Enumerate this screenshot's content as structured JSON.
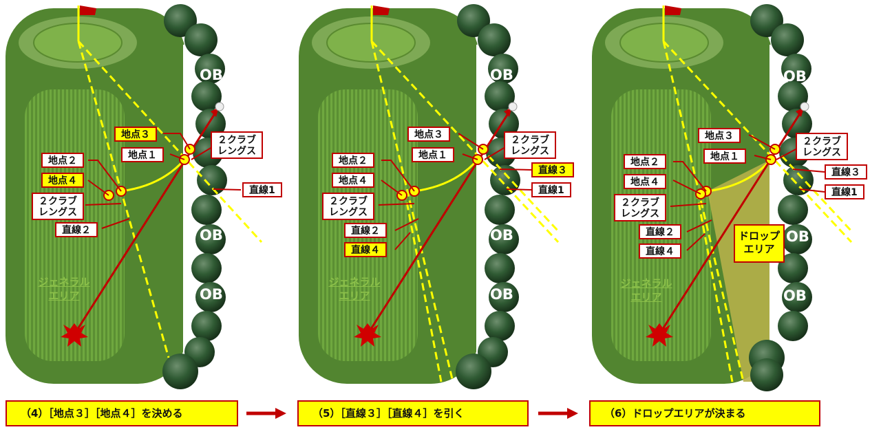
{
  "panels": [
    {
      "labels": {
        "point3": "地点３",
        "point1": "地点１",
        "point2": "地点２",
        "point4": "地点４",
        "club_upper_1": "２クラブ",
        "club_upper_2": "レングス",
        "club_lower_1": "２クラブ",
        "club_lower_2": "レングス",
        "line1": "直線1",
        "line2": "直線２"
      },
      "ob": [
        "OB",
        "OB",
        "OB"
      ],
      "general_area": [
        "ジェネラル",
        "エリア"
      ],
      "caption": "（4）［地点３］［地点４］を決める"
    },
    {
      "labels": {
        "point3": "地点３",
        "point1": "地点１",
        "point2": "地点２",
        "point4": "地点４",
        "club_upper_1": "２クラブ",
        "club_upper_2": "レングス",
        "club_lower_1": "２クラブ",
        "club_lower_2": "レングス",
        "line3": "直線３",
        "line1": "直線1",
        "line2": "直線２",
        "line4": "直線４"
      },
      "ob": [
        "OB",
        "OB",
        "OB"
      ],
      "general_area": [
        "ジェネラル",
        "エリア"
      ],
      "caption": "（5）［直線３］［直線４］を引く"
    },
    {
      "labels": {
        "point3": "地点３",
        "point1": "地点１",
        "point2": "地点２",
        "point4": "地点４",
        "club_upper_1": "２クラブ",
        "club_upper_2": "レングス",
        "club_lower_1": "２クラブ",
        "club_lower_2": "レングス",
        "line3": "直線３",
        "line1": "直線1",
        "line2": "直線２",
        "line4": "直線４",
        "drop_1": "ドロップ",
        "drop_2": "エリア"
      },
      "ob": [
        "OB",
        "OB",
        "OB"
      ],
      "general_area": [
        "ジェネラル",
        "エリア"
      ],
      "caption": "（6）ドロップエリアが決まる"
    }
  ],
  "colors": {
    "fairway": "#528530",
    "rough": "#6a9e3c",
    "green": "#7fb24a",
    "trees": "#2d4f2d",
    "red": "#c00000",
    "yellow": "#ffff00",
    "drop_area": "#b5b04a"
  },
  "icons": [
    "flag-icon",
    "ball-icon",
    "ball-origin-icon",
    "tree-line-icon",
    "arrow-right-icon"
  ]
}
